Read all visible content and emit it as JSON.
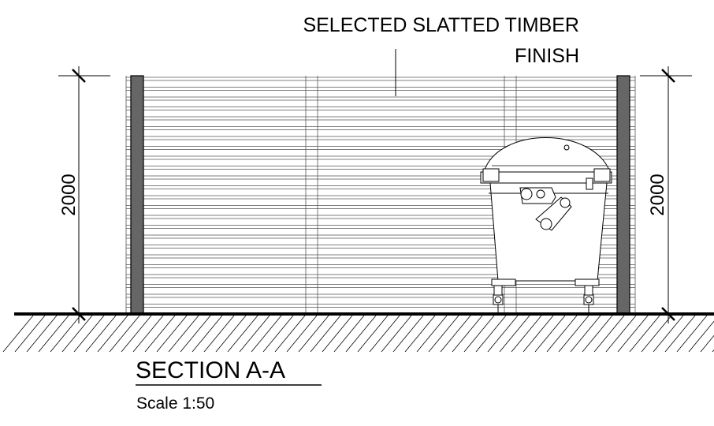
{
  "annotation": {
    "line1": "SELECTED SLATTED TIMBER",
    "line2": "FINISH"
  },
  "dimensions": {
    "left": "2000",
    "right": "2000"
  },
  "section": {
    "title": "SECTION A-A",
    "scale": "Scale 1:50"
  },
  "colors": {
    "line": "#000000",
    "post": "#666666",
    "slat_line": "#555555"
  },
  "icons": {
    "bin": "wheelie-bin-icon",
    "ground": "ground-hatch-icon"
  }
}
